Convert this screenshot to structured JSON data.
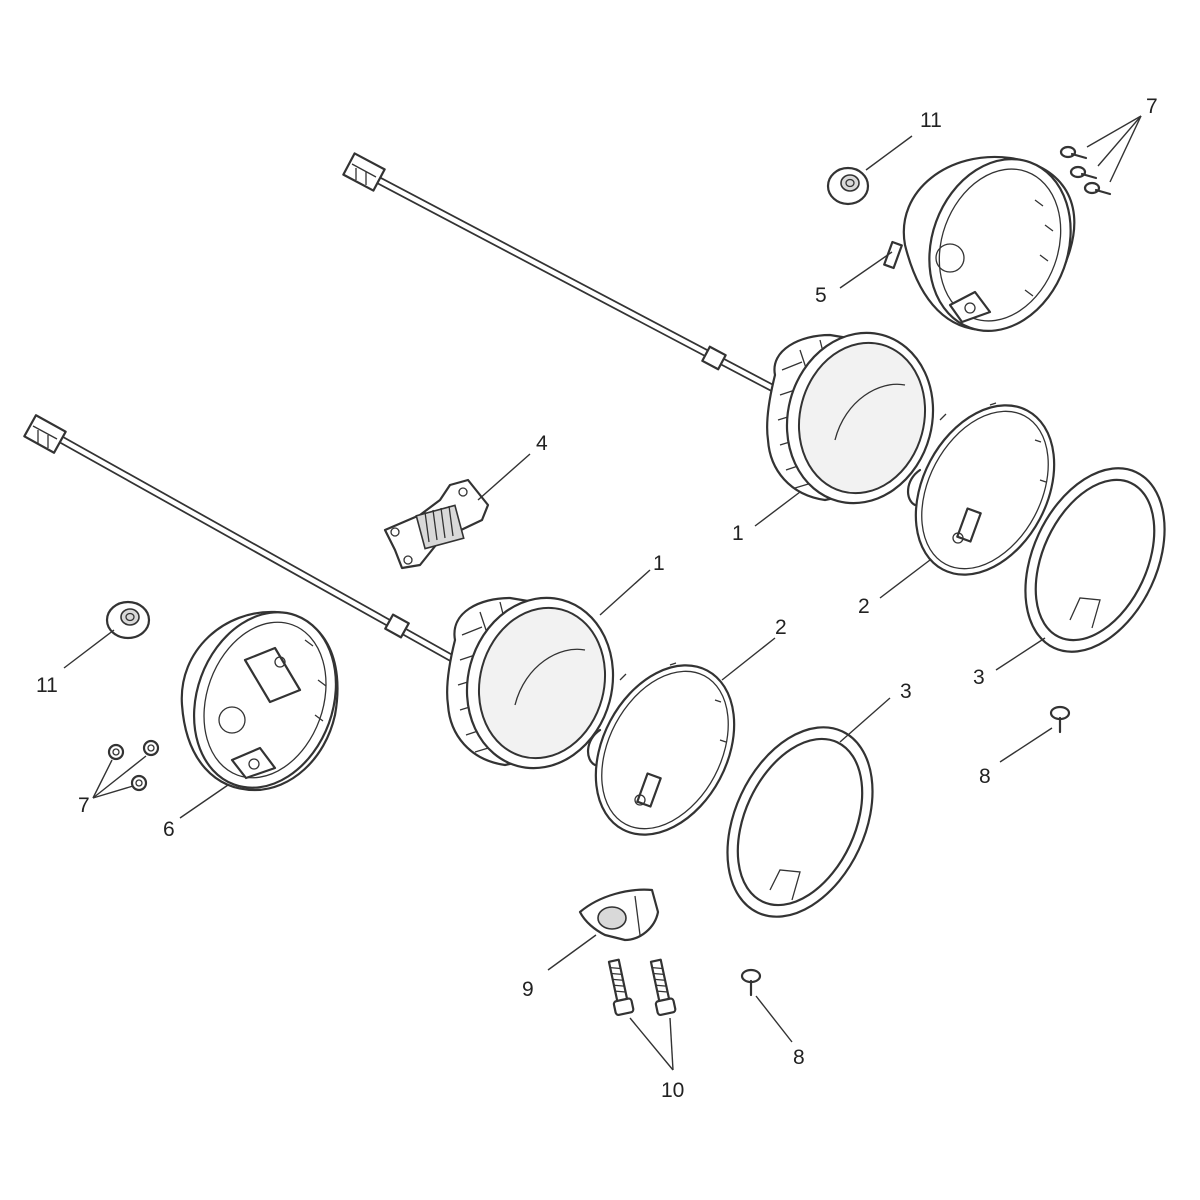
{
  "callouts": [
    {
      "id": "c-11-top",
      "text": "11"
    },
    {
      "id": "c-7-top",
      "text": "7"
    },
    {
      "id": "c-5",
      "text": "5"
    },
    {
      "id": "c-1-right",
      "text": "1"
    },
    {
      "id": "c-2-right",
      "text": "2"
    },
    {
      "id": "c-3-right",
      "text": "3"
    },
    {
      "id": "c-4",
      "text": "4"
    },
    {
      "id": "c-1-left",
      "text": "1"
    },
    {
      "id": "c-2-left",
      "text": "2"
    },
    {
      "id": "c-3-left",
      "text": "3"
    },
    {
      "id": "c-11-left",
      "text": "11"
    },
    {
      "id": "c-7-left",
      "text": "7"
    },
    {
      "id": "c-6",
      "text": "6"
    },
    {
      "id": "c-8-right",
      "text": "8"
    },
    {
      "id": "c-9",
      "text": "9"
    },
    {
      "id": "c-10",
      "text": "10"
    },
    {
      "id": "c-8-bottom",
      "text": "8"
    }
  ],
  "colors": {
    "line": "#333333",
    "background": "#ffffff"
  }
}
